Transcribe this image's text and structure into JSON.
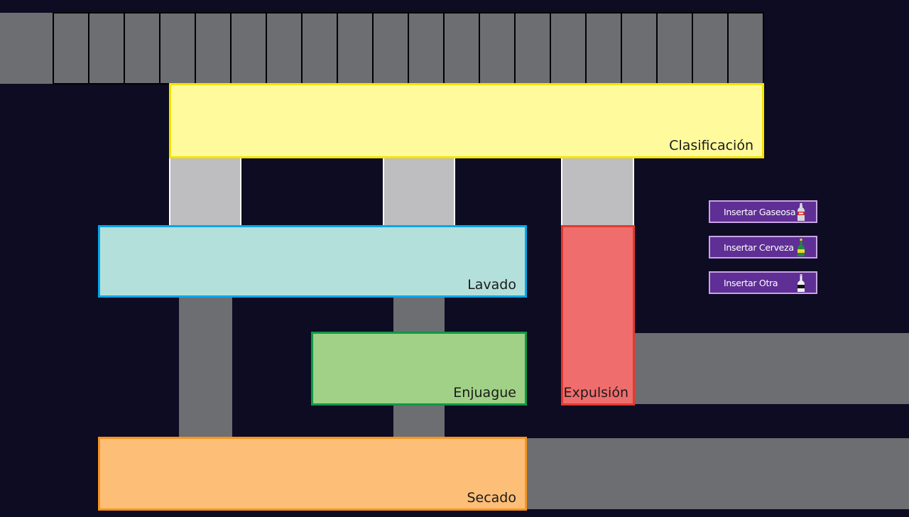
{
  "stations": {
    "clasificacion": {
      "label": "Clasificación",
      "fill": "#fffa9c",
      "border": "#f5e400"
    },
    "lavado": {
      "label": "Lavado",
      "fill": "#b4e0dc",
      "border": "#00a8ea"
    },
    "enjuague": {
      "label": "Enjuague",
      "fill": "#a1d186",
      "border": "#0d9a47"
    },
    "expulsion": {
      "label": "Expulsión",
      "fill": "#f06d6d",
      "border": "#e23a2f"
    },
    "secado": {
      "label": "Secado",
      "fill": "#fdbe78",
      "border": "#f7941d"
    }
  },
  "buttons": [
    {
      "label": "Insertar Gaseosa",
      "icon": "soda-bottle-icon"
    },
    {
      "label": "Insertar Cerveza",
      "icon": "beer-bottle-icon"
    },
    {
      "label": "Insertar Otra",
      "icon": "other-bottle-icon"
    }
  ],
  "colors": {
    "background": "#0e0c22",
    "conveyor": "#6d6e72",
    "tube": "#bebec0",
    "button": "#5f2f95",
    "button_border": "#c9a3e6"
  }
}
